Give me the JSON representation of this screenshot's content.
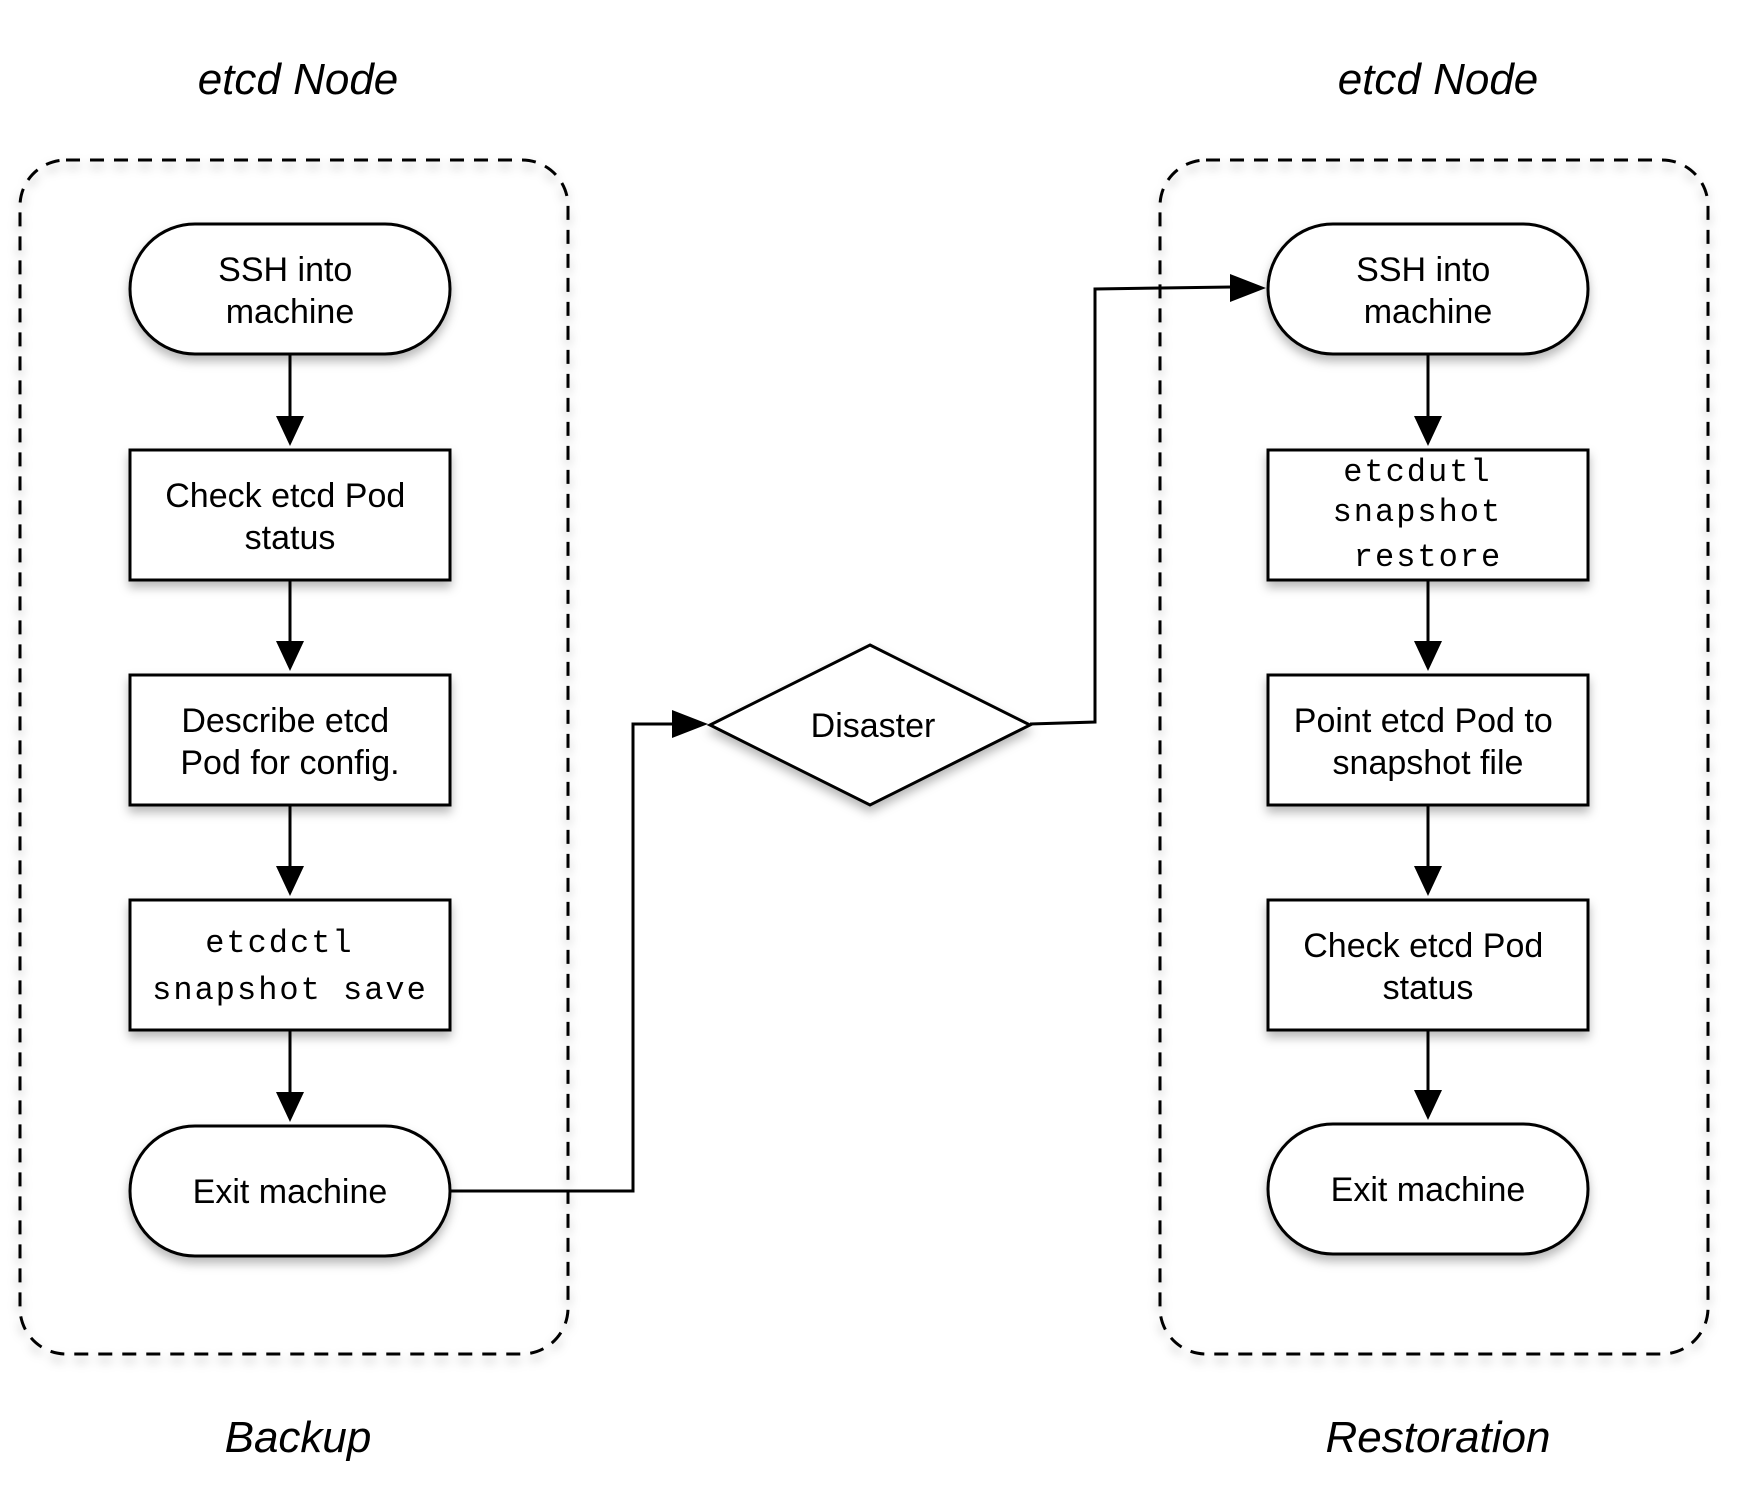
{
  "groups": {
    "backup": {
      "header": "etcd Node",
      "footer": "Backup"
    },
    "restoration": {
      "header": "etcd Node",
      "footer": "Restoration"
    }
  },
  "backup_steps": {
    "ssh": [
      "SSH into",
      "machine"
    ],
    "check_status": [
      "Check etcd Pod",
      "status"
    ],
    "describe": [
      "Describe etcd",
      "Pod for config."
    ],
    "snapshot_save": [
      "etcdctl",
      "snapshot save"
    ],
    "exit": [
      "Exit machine"
    ]
  },
  "decision": {
    "label": "Disaster"
  },
  "restore_steps": {
    "ssh": [
      "SSH into",
      "machine"
    ],
    "snapshot_restore": [
      "etcdutl",
      "snapshot",
      "restore"
    ],
    "point_pod": [
      "Point etcd Pod to",
      "snapshot file"
    ],
    "check_status": [
      "Check etcd Pod",
      "status"
    ],
    "exit": [
      "Exit machine"
    ]
  }
}
